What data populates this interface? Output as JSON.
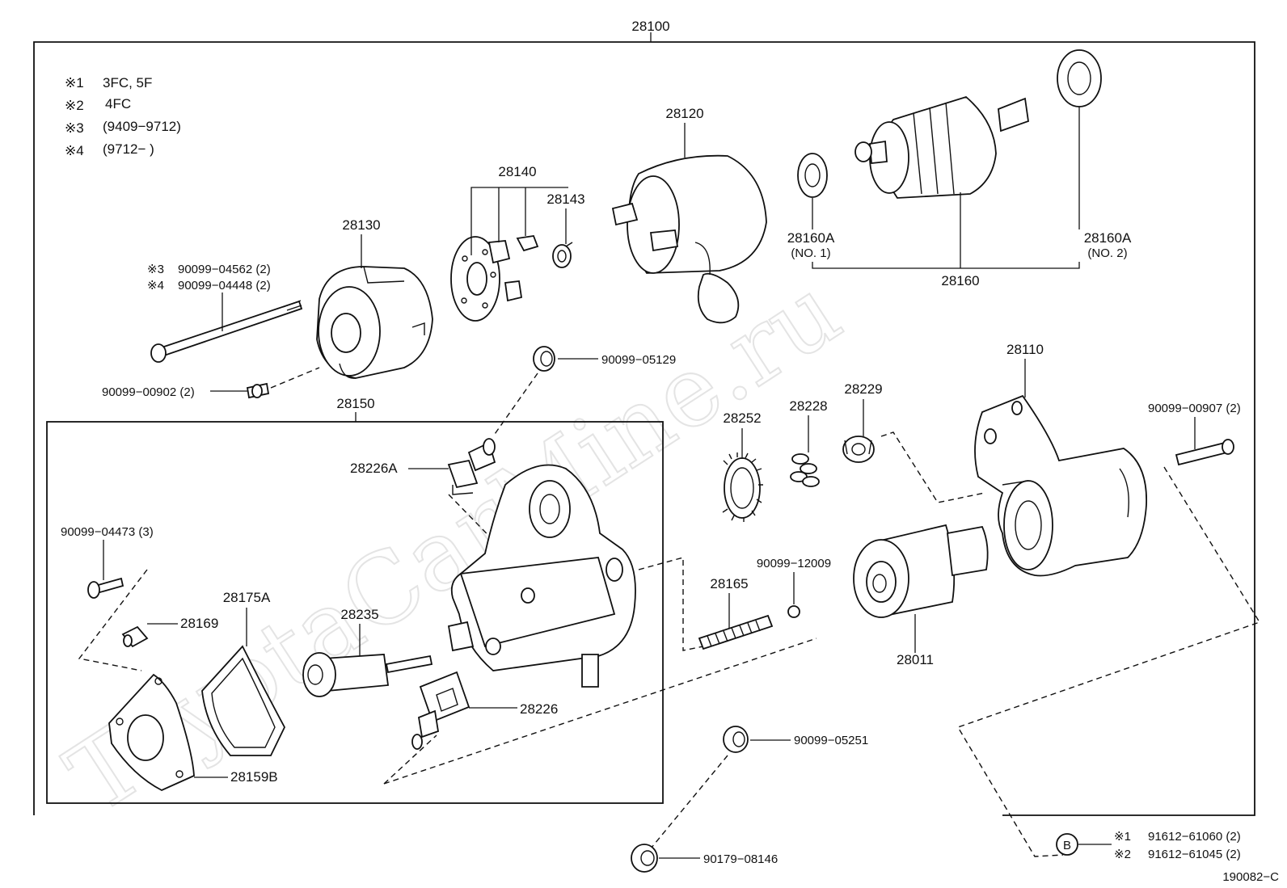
{
  "watermark": "ToyotaCarMine.ru",
  "notes": [
    {
      "mark": "※1",
      "text": "3FC, 5F"
    },
    {
      "mark": "※2",
      "text": "4FC"
    },
    {
      "mark": "※3",
      "text": "(9409−9712)"
    },
    {
      "mark": "※4",
      "text": "(9712−      )"
    }
  ],
  "labels": {
    "assembly": "28100",
    "p28120": "28120",
    "p28140": "28140",
    "p28143": "28143",
    "p28130": "28130",
    "bolt_a_mark": "※3",
    "bolt_a": "90099−04562 (2)",
    "bolt_b_mark": "※4",
    "bolt_b": "90099−04448 (2)",
    "p28160a_1": "28160A",
    "p28160a_1_sub": "(NO. 1)",
    "p28160a_2": "28160A",
    "p28160a_2_sub": "(NO. 2)",
    "p28160": "28160",
    "p90099_05129": "90099−05129",
    "p90099_00902": "90099−00902 (2)",
    "p28150": "28150",
    "p28110": "28110",
    "p90099_00907": "90099−00907 (2)",
    "p28252": "28252",
    "p28228": "28228",
    "p28229": "28229",
    "p28226a": "28226A",
    "p90099_04473": "90099−04473 (3)",
    "p28175a": "28175A",
    "p28169": "28169",
    "p28235": "28235",
    "p28165": "28165",
    "p90099_12009": "90099−12009",
    "p28011": "28011",
    "p28226": "28226",
    "p28159b": "28159B",
    "p90099_05251": "90099−05251",
    "p90179_08146": "90179−08146",
    "b_circle": "B",
    "b1_mark": "※1",
    "b1": "91612−61060 (2)",
    "b2_mark": "※2",
    "b2": "91612−61045 (2)",
    "drawing_no": "190082−C"
  }
}
